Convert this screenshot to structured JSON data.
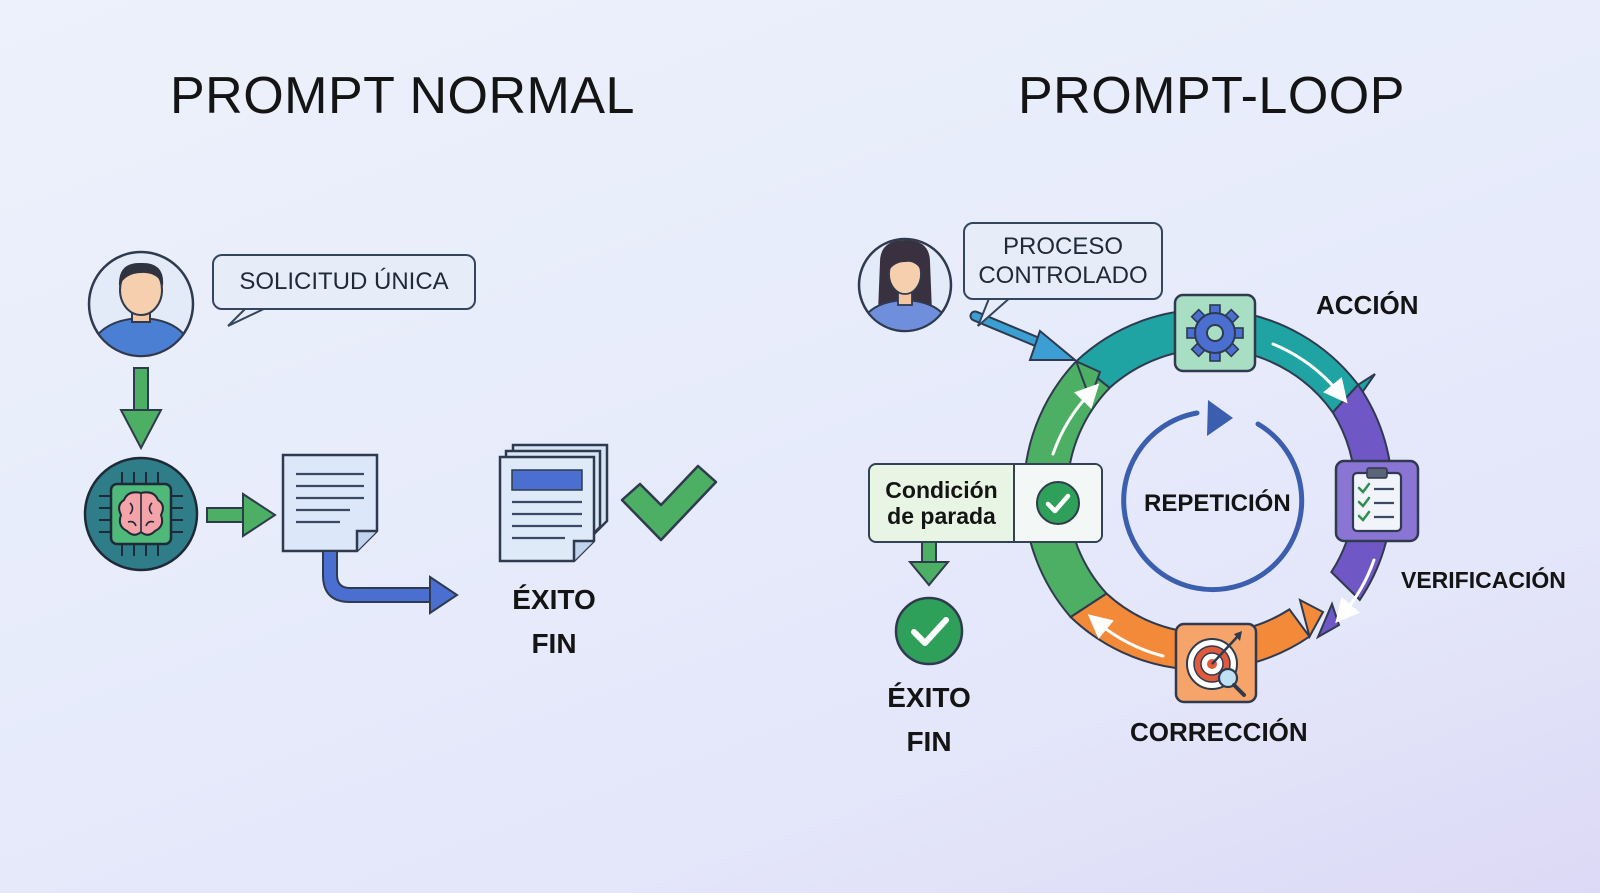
{
  "left": {
    "title": "PROMPT NORMAL",
    "bubble": "SOLICITUD ÚNICA",
    "result_line1": "ÉXITO",
    "result_line2": "FIN"
  },
  "right": {
    "title": "PROMPT-LOOP",
    "bubble_line1": "PROCESO",
    "bubble_line2": "CONTROLADO",
    "center_label": "REPETICIÓN",
    "steps": [
      {
        "label": "ACCIÓN",
        "icon": "gear-icon",
        "color": "#1fa3a3"
      },
      {
        "label": "VERIFICACIÓN",
        "icon": "clipboard-icon",
        "color": "#7057c6"
      },
      {
        "label": "CORRECCIÓN",
        "icon": "target-icon",
        "color": "#f28a3a"
      }
    ],
    "stop_line1": "Condición",
    "stop_line2": "de parada",
    "result_line1": "ÉXITO",
    "result_line2": "FIN"
  },
  "colors": {
    "green": "#4caf63",
    "blue": "#4a6fd1",
    "teal": "#1fa3a3",
    "purple": "#7057c6",
    "orange": "#f28a3a"
  }
}
